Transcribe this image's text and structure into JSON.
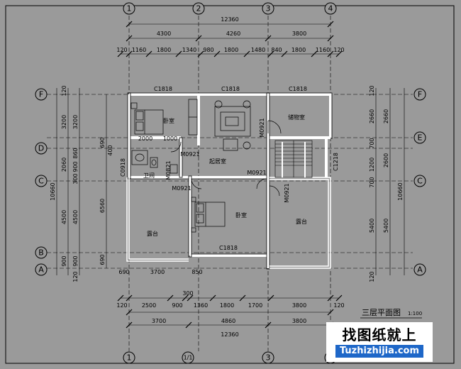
{
  "axes": {
    "top": [
      "1",
      "2",
      "3",
      "4"
    ],
    "bottom": [
      "1",
      "1/1",
      "3",
      "4"
    ],
    "left": [
      "F",
      "D",
      "C",
      "B",
      "A"
    ],
    "right": [
      "F",
      "E",
      "C",
      "A"
    ]
  },
  "dims": {
    "top_total": "12360",
    "top_bays": [
      "4300",
      "4260",
      "3800"
    ],
    "top_detail": [
      "120",
      "1160",
      "1800",
      "1340",
      "980",
      "1800",
      "1480",
      "840",
      "1800",
      "1160",
      "120"
    ],
    "bottom_total": "12360",
    "bottom_bays": [
      "3700",
      "4860",
      "3800"
    ],
    "bottom_detail": [
      "120",
      "2500",
      "900",
      "300",
      "1360",
      "1800",
      "1700",
      "3800",
      "120"
    ],
    "left_total": "10660",
    "left_outer": [
      "120",
      "3200",
      "2060",
      "300",
      "4500",
      "900",
      "120"
    ],
    "left_mid": [
      "3200",
      "900",
      "860",
      "4500",
      "900"
    ],
    "left_inner": [
      "6560",
      "690",
      "400",
      "690"
    ],
    "right_total": "10660",
    "right_outer": [
      "120",
      "2660",
      "700",
      "1200",
      "700",
      "5400",
      "120"
    ],
    "right_inner": [
      "2660",
      "2600",
      "5400"
    ],
    "inner_misc": [
      "2000",
      "1000",
      "690",
      "850",
      "3700"
    ]
  },
  "windows": {
    "c1818_a": "C1818",
    "c1818_b": "C1818",
    "c1818_c": "C1818",
    "c1818_d": "C1818",
    "c1218": "C1218",
    "c0918": "C0918"
  },
  "doors": {
    "m0921_a": "M0921",
    "m0921_b": "M0921",
    "m0921_c": "M0921",
    "m0921_d": "M0921",
    "m0921_e": "M0921",
    "m0821": "M0821"
  },
  "rooms": {
    "bedroom_1": "卧室",
    "storage": "储物室",
    "lobby": "起居室",
    "bathroom": "卫间",
    "bedroom_2": "卧室",
    "terrace_left": "露台",
    "terrace_right": "露台"
  },
  "title": "三层平面图",
  "scale": "1:100",
  "watermark": {
    "cn": "找图纸就上",
    "en": "Tuzhizhijia.com"
  },
  "colors": {
    "background": "#9a9a9a",
    "line": "#000000",
    "wall": "#ffffff"
  }
}
